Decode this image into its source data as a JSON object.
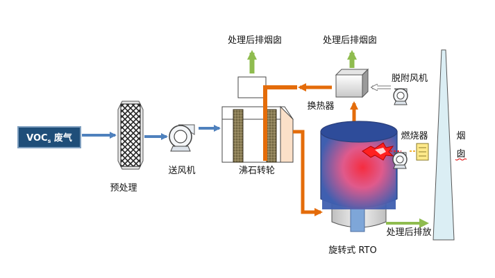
{
  "labels": {
    "voc_main": "VOC",
    "voc_sub": "s",
    "voc_suffix": " 废气",
    "pretreat": "预处理",
    "fan": "送风机",
    "zeolite": "沸石转轮",
    "exhaust_1": "处理后排烟囱",
    "exhaust_2": "处理后排烟囱",
    "heat_exchanger": "换热器",
    "desorption_fan": "脱附风机",
    "burner": "燃烧器",
    "rto": "旋转式 RTO",
    "chimney_1": "烟",
    "chimney_2": "囱",
    "treated_out": "处理后排放"
  },
  "colors": {
    "blue_arrow": "#4f81bd",
    "orange_pipe": "#e46c0a",
    "green_arrow": "#8fbc4f",
    "voc_box": "#1f4e79",
    "voc_text": "#ffffff",
    "rto_body": "#3f5fb0",
    "rto_hot": "#ff2a3a",
    "chimney_fill": "#dbeef4"
  },
  "icons": [
    "filter-icon",
    "centrifugal-fan-icon",
    "zeolite-rotor-icon",
    "heat-exchanger-icon",
    "burner-flame-icon",
    "rto-vessel-icon",
    "chimney-icon"
  ]
}
